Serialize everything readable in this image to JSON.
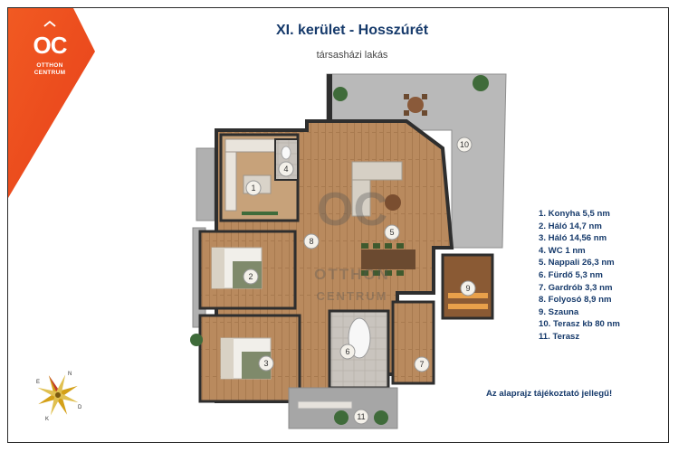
{
  "header": {
    "title": "XI. kerület - Hosszúrét",
    "subtitle": "társasházi lakás"
  },
  "logo": {
    "mark": "OC",
    "line1": "OTTHON",
    "line2": "CENTRUM",
    "color": "#ef5a1e"
  },
  "watermark": {
    "mark": "OC",
    "line1": "OTTHON",
    "line2": "CENTRUM"
  },
  "room_numbers": [
    "1",
    "2",
    "3",
    "4",
    "5",
    "6",
    "7",
    "8",
    "9",
    "10",
    "11"
  ],
  "legend": [
    "1. Konyha 5,5 nm",
    "2. Háló 14,7 nm",
    "3. Háló 14,56 nm",
    "4. WC 1 nm",
    "5. Nappali 26,3 nm",
    "6. Fürdő 5,3 nm",
    "7. Gardrób 3,3 nm",
    "8. Folyosó 8,9 nm",
    "9. Szauna",
    "10. Terasz kb 80 nm",
    "11. Terasz"
  ],
  "note": "Az alaprajz tájékoztató jellegű!",
  "compass": {
    "icon": "compass-rose-icon",
    "labels": [
      "E",
      "N",
      "D",
      "K"
    ]
  },
  "colors": {
    "title": "#163a6b",
    "accent": "#ef5a1e",
    "floor_wood": "#b98a5e",
    "wall": "#2e2e2e"
  }
}
